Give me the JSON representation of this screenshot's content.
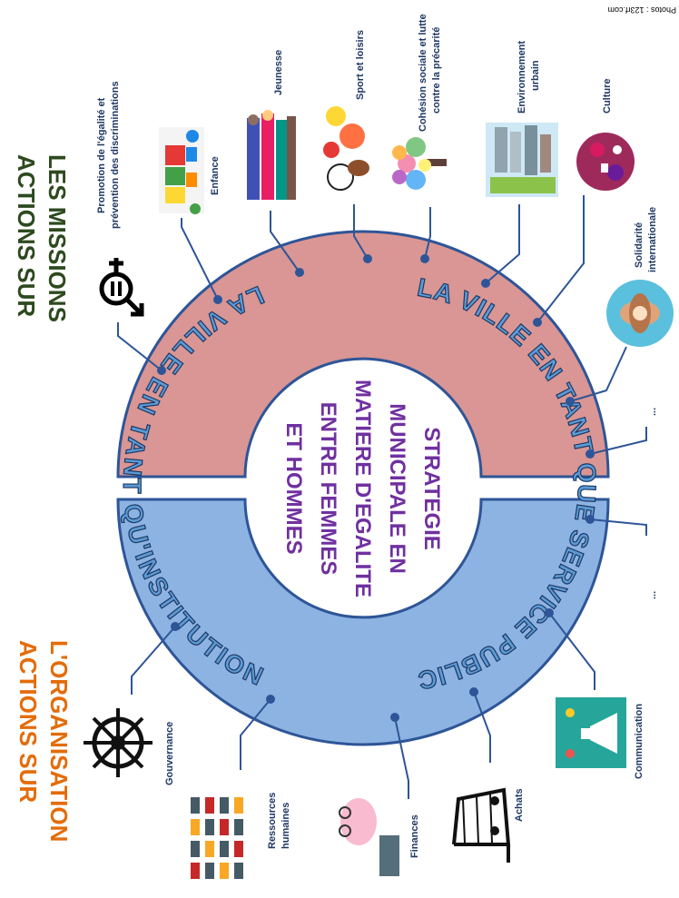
{
  "credit": "Photos : 123rf.com",
  "center_title": [
    "STRATEGIE",
    "MUNICIPALE EN",
    "MATIERE D'EGALITE",
    "ENTRE FEMMES",
    "ET HOMMES"
  ],
  "missions": {
    "heading": [
      "ACTIONS SUR",
      "LES MISSIONS"
    ],
    "arc_label": "LA VILLE EN TANT QUE SERVICE PUBLIC",
    "color": "#d99694",
    "items": [
      {
        "label": [
          "Promotion de l'égalité et",
          "prévention des discriminations"
        ],
        "icon": "gender-equality-icon"
      },
      {
        "label": [
          "Enfance"
        ],
        "icon": "toy-train-icon"
      },
      {
        "label": [
          "Jeunesse"
        ],
        "icon": "youth-group-icon"
      },
      {
        "label": [
          "Sport et loisirs"
        ],
        "icon": "sports-balls-icon"
      },
      {
        "label": [
          "Cohésion sociale  et lutte",
          "contre la précarité"
        ],
        "icon": "colorful-tree-icon"
      },
      {
        "label": [
          "Environnement",
          "urbain"
        ],
        "icon": "cityscape-icon"
      },
      {
        "label": [
          "Culture"
        ],
        "icon": "culture-collage-icon"
      },
      {
        "label": [
          "Solidarité",
          "internationale"
        ],
        "icon": "joined-hands-icon"
      },
      {
        "label": [
          "..."
        ],
        "icon": ""
      }
    ]
  },
  "organisation": {
    "heading": [
      "ACTIONS SUR",
      "L'ORGANISATION"
    ],
    "arc_label": "LA VILLE EN TANT QU'INSTITUTION",
    "color": "#8db3e2",
    "items": [
      {
        "label": [
          "Gouvernance"
        ],
        "icon": "ship-wheel-icon"
      },
      {
        "label": [
          "Ressources",
          "humaines"
        ],
        "icon": "people-grid-icon"
      },
      {
        "label": [
          "Finances"
        ],
        "icon": "piggy-bank-icon"
      },
      {
        "label": [
          "Achats"
        ],
        "icon": "shopping-cart-icon"
      },
      {
        "label": [
          "Communication"
        ],
        "icon": "megaphone-icon"
      },
      {
        "label": [
          "..."
        ],
        "icon": ""
      }
    ]
  }
}
